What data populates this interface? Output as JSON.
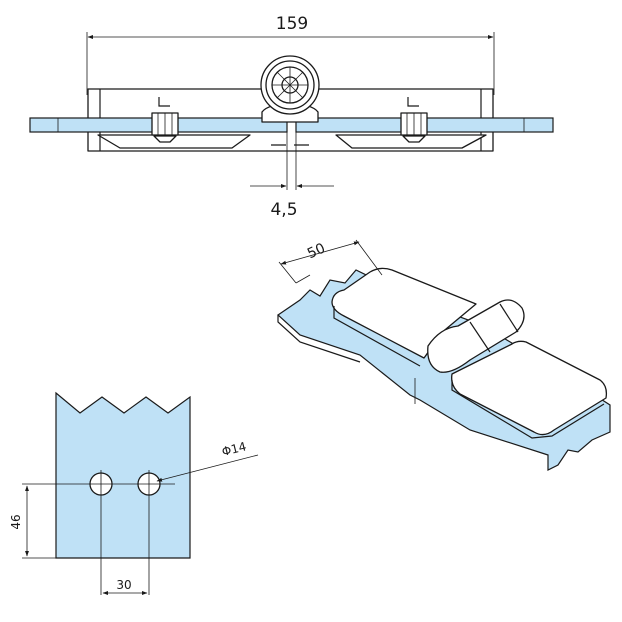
{
  "colors": {
    "glass": "#bfe1f6",
    "line": "#1a1a1a",
    "background": "#ffffff"
  },
  "dimensions": {
    "overall_width": "159",
    "glass_gap": "4,5",
    "leaf_width": "50",
    "hole_diameter": "Φ14",
    "hole_vertical": "46",
    "hole_spacing": "30"
  }
}
